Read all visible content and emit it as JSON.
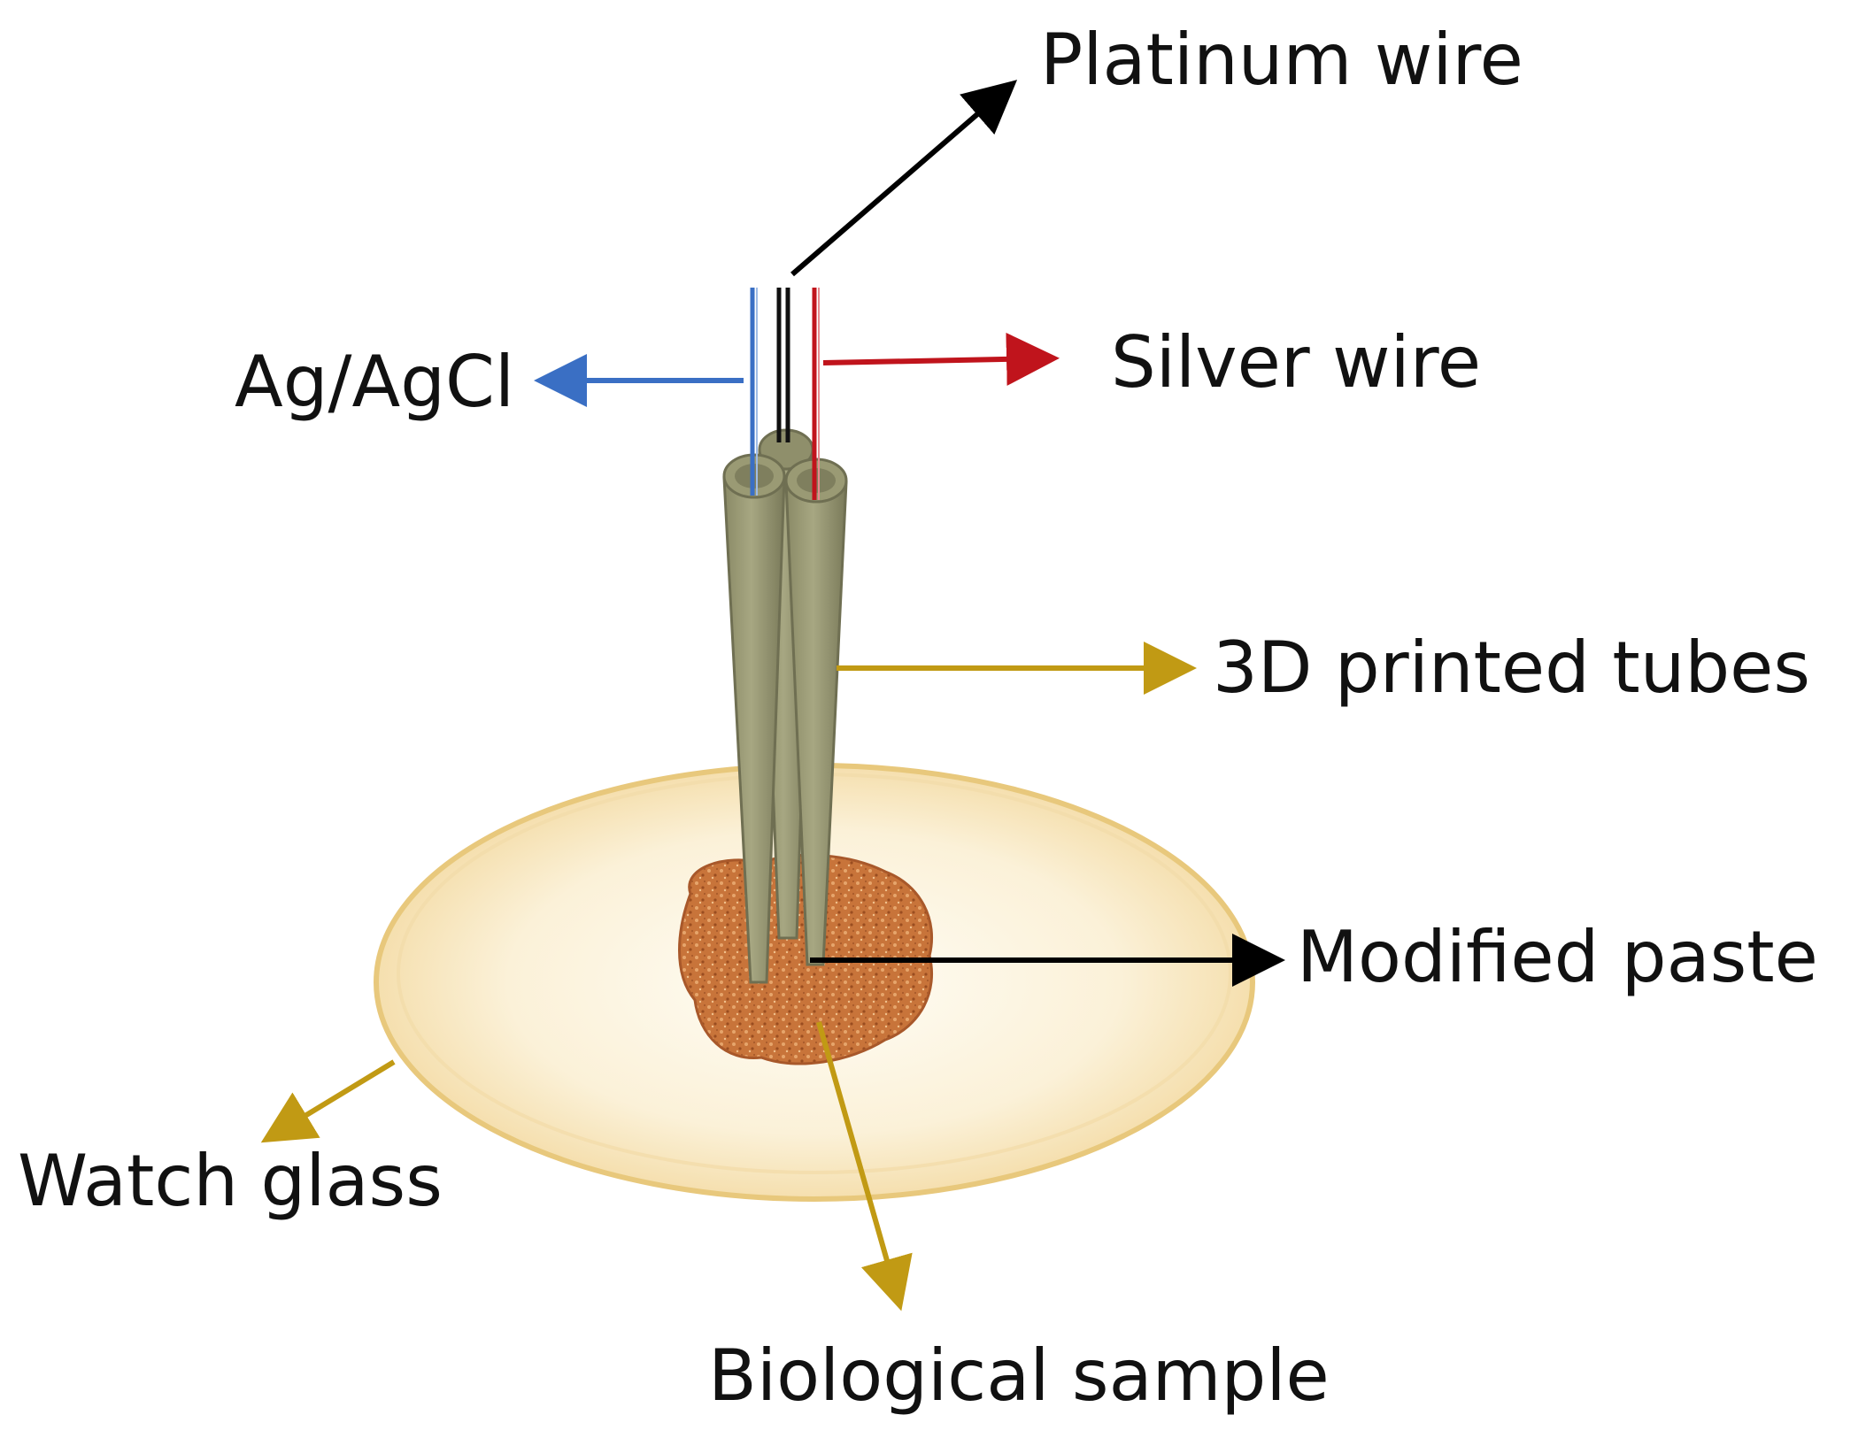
{
  "labels": {
    "platinum_wire": "Platinum wire",
    "silver_wire": "Silver wire",
    "ag_agcl": "Ag/AgCl",
    "printed_tubes": "3D printed tubes",
    "modified_paste": "Modified paste",
    "watch_glass": "Watch glass",
    "biological_sample": "Biological sample"
  },
  "colors": {
    "platinum_arrow": "#000000",
    "silver_arrow": "#c0141c",
    "agcl_arrow": "#3a6fc4",
    "tubes_arrow": "#c19a14",
    "paste_arrow": "#000000",
    "watch_glass_arrow": "#c19a14",
    "sample_arrow": "#c19a14",
    "tube_fill": "#9a9a74",
    "tube_dark": "#6f6f52",
    "sample_fill": "#c8743a",
    "dish_fill": "#fbefd2",
    "dish_rim": "#e2c068"
  }
}
